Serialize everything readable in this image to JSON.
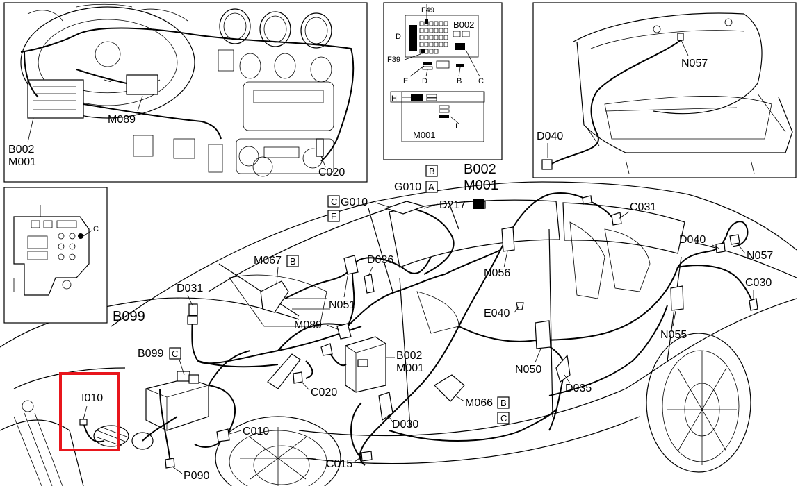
{
  "highlight_color": "#e8161c",
  "inset_dash": {
    "labels": {
      "b002": "B002",
      "m001": "M001",
      "m089": "M089",
      "c020": "C020"
    }
  },
  "inset_fuse": {
    "labels": {
      "f49": "F49",
      "b002": "B002",
      "d": "D",
      "f39": "F39",
      "e": "E",
      "d2": "D",
      "b": "B",
      "c": "C",
      "h": "H",
      "i": "I",
      "m001": "M001"
    }
  },
  "inset_trunk": {
    "labels": {
      "n057": "N057",
      "d040": "D040"
    }
  },
  "inset_b099": {
    "labels": {
      "c": "C",
      "title": "B099"
    }
  },
  "main": {
    "header": {
      "b_box": "B",
      "b002": "B002",
      "m001": "M001"
    },
    "labels": {
      "g010a": "G010",
      "a_box": "A",
      "c_box": "C",
      "g010": "G010",
      "d217": "D217",
      "f_box": "F",
      "c031": "C031",
      "d040": "D040",
      "n057": "N057",
      "c030": "C030",
      "n056": "N056",
      "d036": "D036",
      "m067": "M067",
      "m067_box": "B",
      "n051": "N051",
      "d031": "D031",
      "m089": "M089",
      "e040": "E040",
      "n055": "N055",
      "b002": "B002",
      "m001": "M001",
      "b099": "B099",
      "b099_box": "C",
      "n050": "N050",
      "d035": "D035",
      "i010": "I010",
      "c020": "C020",
      "m066": "M066",
      "m066_box": "B",
      "m066_box2": "C",
      "d030": "D030",
      "c010": "C010",
      "c015": "C015",
      "p090": "P090"
    }
  }
}
